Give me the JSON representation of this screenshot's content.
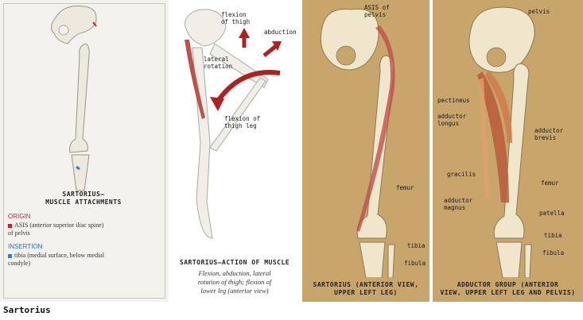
{
  "panel1": {
    "caption_line1": "SARTORIUS—",
    "caption_line2": "MUSCLE ATTACHMENTS",
    "origin_title": "ORIGIN",
    "origin_line1": "ASIS (anterior superior iliac spine)",
    "origin_line2": "of pelvis",
    "insertion_title": "INSERTION",
    "insertion_line1": "tibia (medial surface, below medial",
    "insertion_line2": "condyle)",
    "origin_color": "#c0223a",
    "insertion_color": "#3a78c8"
  },
  "panel2": {
    "label_flexion_thigh_1": "flexion",
    "label_flexion_thigh_2": "of thigh",
    "label_abduction": "abduction",
    "label_lateral_1": "lateral",
    "label_lateral_2": "rotation",
    "label_flexion_leg_1": "flexion of",
    "label_flexion_leg_2": "thigh leg",
    "caption": "SARTORIUS—ACTION OF MUSCLE",
    "desc_line1": "Flexion, abduction, lateral",
    "desc_line2": "rotation of thigh; flexion of",
    "desc_line3": "lower leg (anterior view)",
    "arrow_color": "#b02020"
  },
  "panel3": {
    "label_asis_1": "ASIS of",
    "label_asis_2": "pelvis",
    "label_femur": "femur",
    "label_tibia": "tibia",
    "label_fibula": "fibula",
    "caption_line1": "SARTORIUS (ANTERIOR VIEW,",
    "caption_line2": "UPPER LEFT LEG)"
  },
  "panel4": {
    "label_pelvis": "pelvis",
    "label_pectineus": "pectineus",
    "label_adductor_longus_1": "adductor",
    "label_adductor_longus_2": "longus",
    "label_adductor_brevis_1": "adductor",
    "label_adductor_brevis_2": "brevis",
    "label_gracilis": "gracilis",
    "label_femur": "femur",
    "label_adductor_magnus_1": "adductor",
    "label_adductor_magnus_2": "magnus",
    "label_patella": "patella",
    "label_tibia": "tibia",
    "label_fibula": "fibula",
    "caption_line1": "ADDUCTOR GROUP (ANTERIOR",
    "caption_line2": "VIEW, UPPER LEFT LEG AND PELVIS)"
  },
  "footer": {
    "title": "Sartorius"
  },
  "colors": {
    "bone": "#efe6cc",
    "bone_stroke": "#8a7a55",
    "muscle": "#c0504a",
    "tan_bg": "#c8a56a"
  }
}
